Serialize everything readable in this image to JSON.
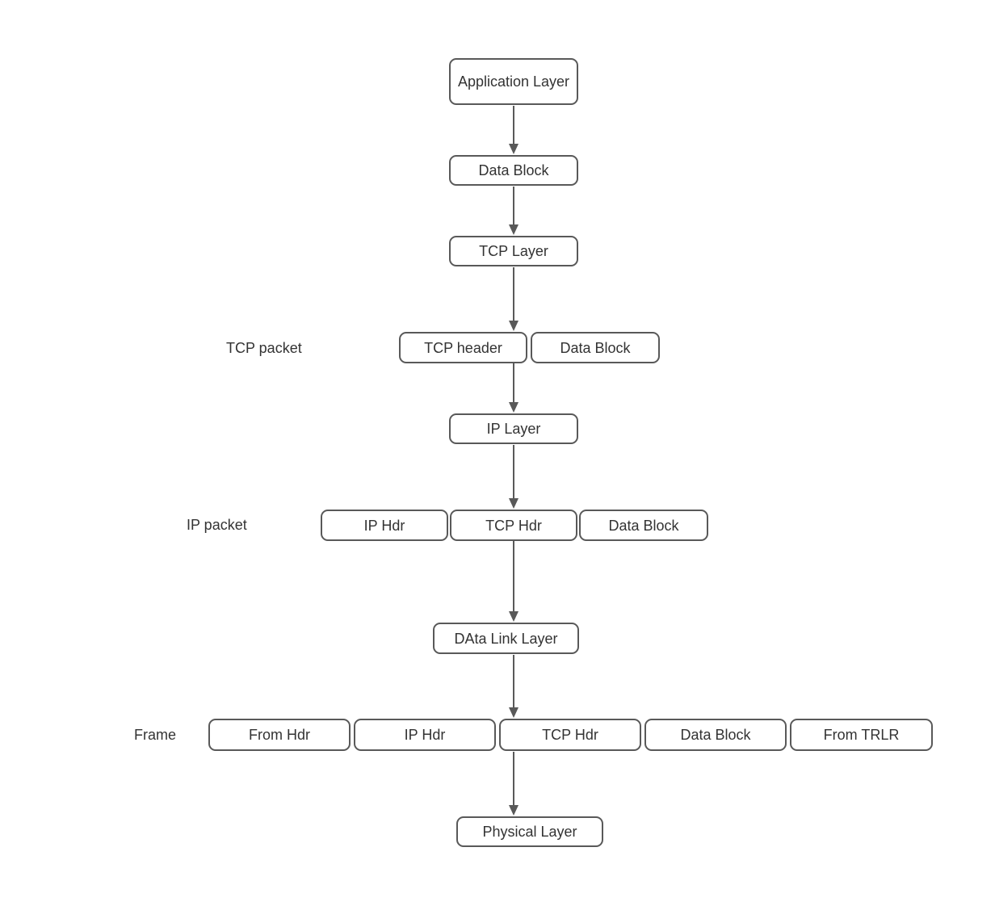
{
  "colors": {
    "background": "#ffffff",
    "node_border": "#595959",
    "node_fill": "#ffffff",
    "text": "#333333",
    "arrow": "#595959"
  },
  "flow": {
    "application_layer": {
      "label": "Application Layer"
    },
    "data_block": {
      "label": "Data Block"
    },
    "tcp_layer": {
      "label": "TCP Layer"
    },
    "tcp_packet_row": {
      "caption": "TCP packet",
      "segments": [
        "TCP header",
        "Data Block"
      ]
    },
    "ip_layer": {
      "label": "IP Layer"
    },
    "ip_packet_row": {
      "caption": "IP packet",
      "segments": [
        "IP Hdr",
        "TCP Hdr",
        "Data Block"
      ]
    },
    "data_link_layer": {
      "label": "DAta Link Layer"
    },
    "frame_row": {
      "caption": "Frame",
      "segments": [
        "From Hdr",
        "IP Hdr",
        "TCP Hdr",
        "Data Block",
        "From TRLR"
      ]
    },
    "physical_layer": {
      "label": "Physical Layer"
    }
  }
}
